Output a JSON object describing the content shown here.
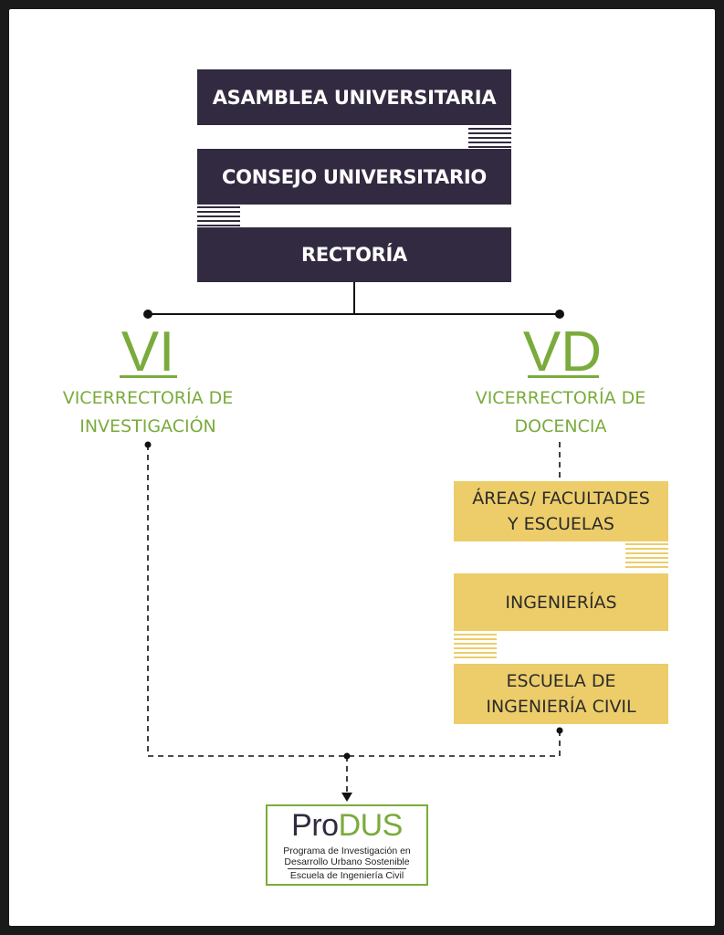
{
  "org_chart": {
    "boxes": {
      "asamblea": "ASAMBLEA UNIVERSITARIA",
      "consejo": "CONSEJO UNIVERSITARIO",
      "rectoria": "RECTORÍA"
    },
    "vi": {
      "abbr": "VI",
      "line1": "VICERRECTORÍA DE",
      "line2": "INVESTIGACIÓN"
    },
    "vd": {
      "abbr": "VD",
      "line1": "VICERRECTORÍA DE",
      "line2": "DOCENCIA"
    },
    "docencia_boxes": {
      "areas_line1": "ÁREAS/ FACULTADES",
      "areas_line2": "Y ESCUELAS",
      "ingenierias": "INGENIERÍAS",
      "escuela_line1": "ESCUELA DE",
      "escuela_line2": "INGENIERÍA CIVIL"
    },
    "logo": {
      "title_pro": "Pro",
      "title_dus": "DUS",
      "line1": "Programa de Investigación en",
      "line2": "Desarrollo Urbano Sostenible",
      "line3": "Escuela de Ingeniería Civil"
    },
    "colors": {
      "dark_box": "#322a40",
      "gold_box": "#edcd6a",
      "accent_green": "#7aab3c",
      "frame": "#1a1a1a"
    }
  }
}
